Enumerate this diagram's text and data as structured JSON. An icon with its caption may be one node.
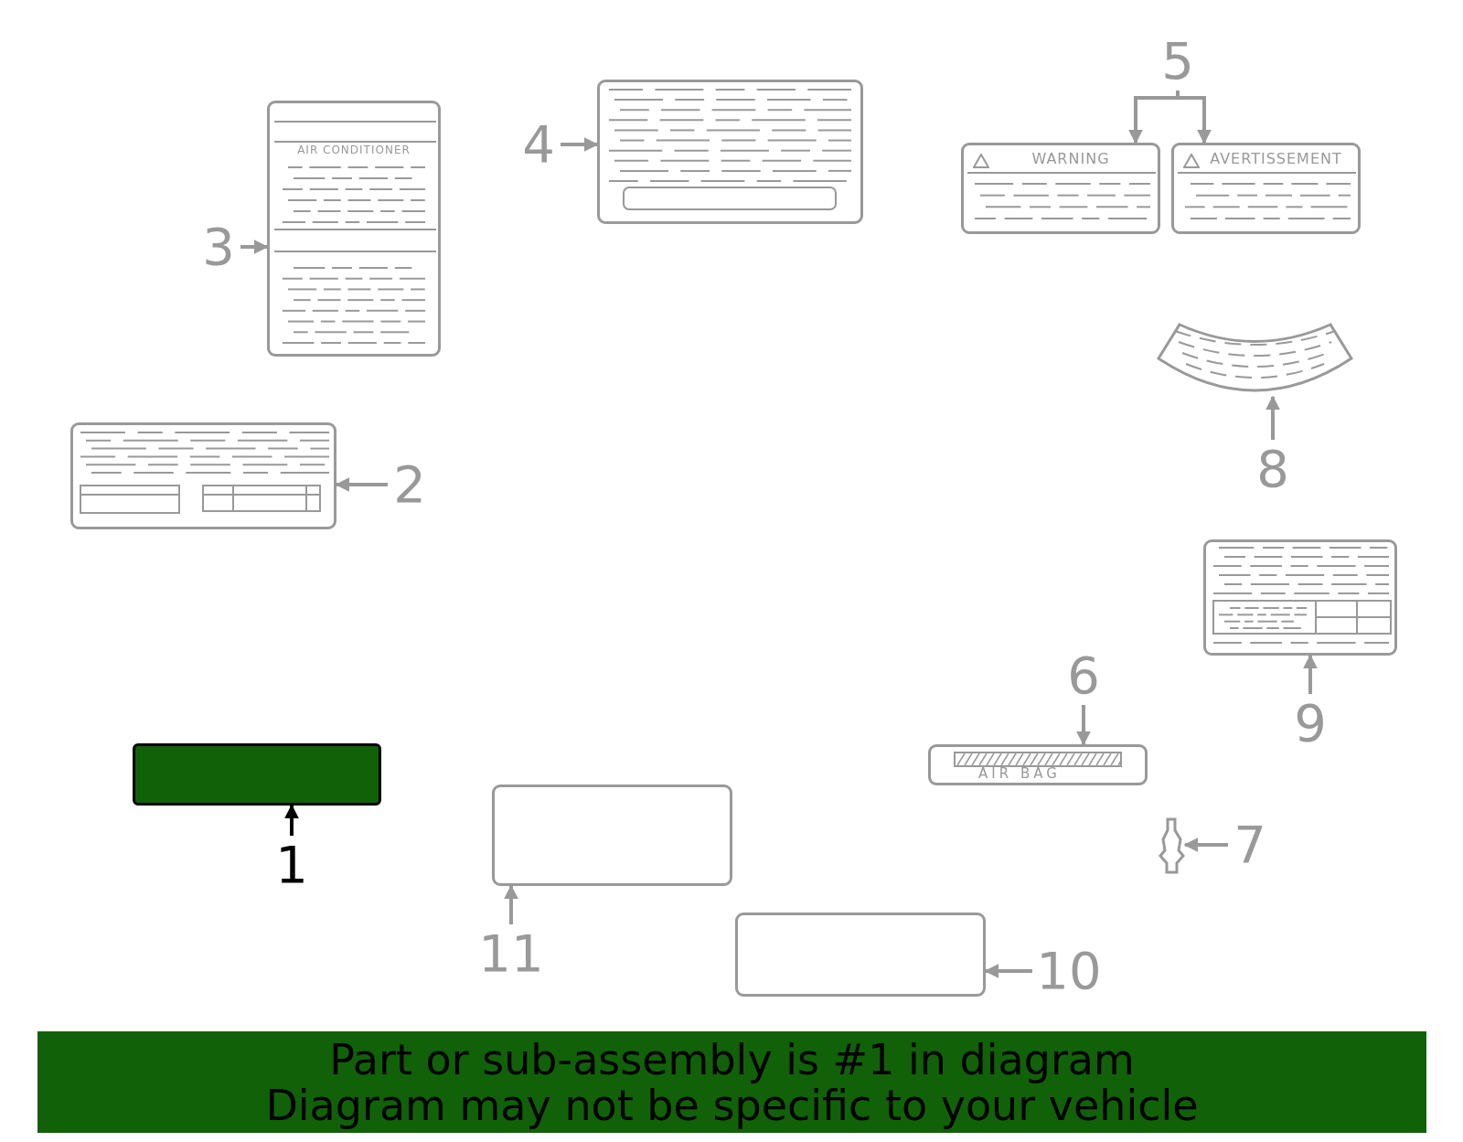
{
  "diagram": {
    "nodes": [
      {
        "text": [
          "1"
        ]
      },
      {
        "text": [],
        "shape": "box"
      },
      {
        "text": [
          "2"
        ]
      },
      {
        "text": [],
        "shape": "box"
      },
      {
        "text": [
          "3"
        ]
      },
      {
        "text": [
          "AIR CONDITIONER"
        ]
      },
      {
        "text": [
          "4"
        ]
      },
      {
        "text": [],
        "shape": "box"
      },
      {
        "text": [
          "5"
        ]
      },
      {
        "text": [
          "WARNING"
        ]
      },
      {
        "text": [
          "AVERTISSEMENT"
        ]
      },
      {
        "text": [
          "6"
        ]
      },
      {
        "text": [
          "AIR BAG"
        ]
      },
      {
        "text": [
          "7"
        ]
      },
      {
        "text": [],
        "shape": "clip"
      },
      {
        "text": [
          "8"
        ]
      },
      {
        "text": [],
        "shape": "band"
      },
      {
        "text": [
          "9"
        ]
      },
      {
        "text": [],
        "shape": "box"
      },
      {
        "text": [
          "10"
        ]
      },
      {
        "text": [],
        "shape": "box"
      },
      {
        "text": [
          "11"
        ]
      },
      {
        "text": [],
        "shape": "box"
      }
    ],
    "edges": [
      {
        "from": 0,
        "to": 1,
        "arrow": "to",
        "color": "#000000"
      },
      {
        "from": 2,
        "to": 3,
        "arrow": "to"
      },
      {
        "from": 4,
        "to": 5,
        "arrow": "to"
      },
      {
        "from": 6,
        "to": 7,
        "arrow": "to"
      },
      {
        "from": 8,
        "to": 9,
        "arrow": "to"
      },
      {
        "from": 8,
        "to": 10,
        "arrow": "to"
      },
      {
        "from": 11,
        "to": 12,
        "arrow": "to"
      },
      {
        "from": 13,
        "to": 14,
        "arrow": "to"
      },
      {
        "from": 15,
        "to": 16,
        "arrow": "to"
      },
      {
        "from": 17,
        "to": 18,
        "arrow": "to"
      },
      {
        "from": 19,
        "to": 20,
        "arrow": "to"
      },
      {
        "from": 21,
        "to": 22,
        "arrow": "to"
      }
    ],
    "labels": [
      "Part or sub-assembly is #1 in diagram",
      "Diagram may not be specific to your vehicle"
    ]
  }
}
